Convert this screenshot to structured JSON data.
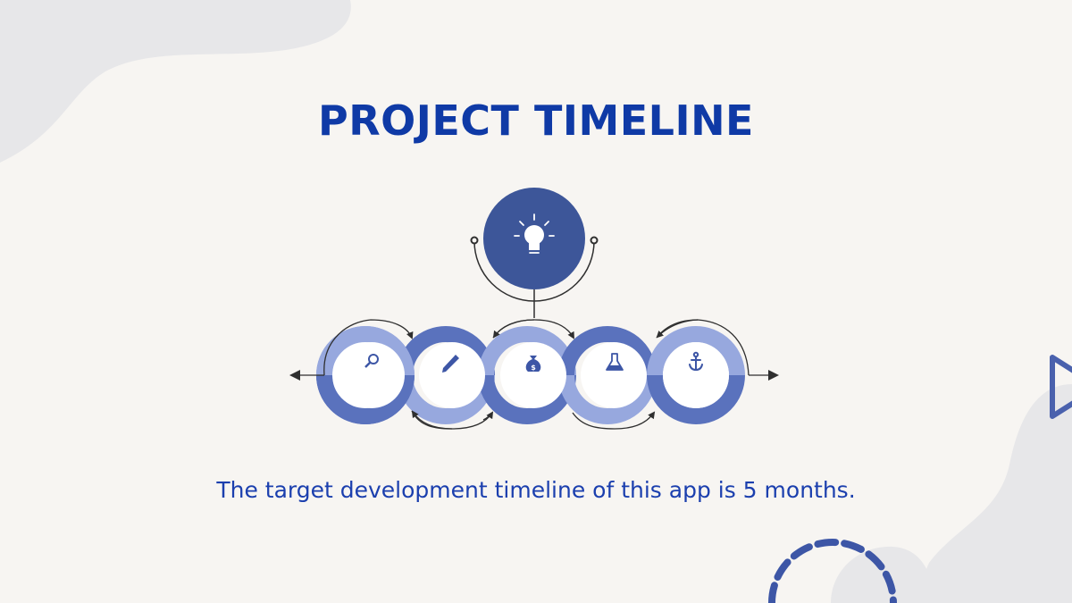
{
  "slide": {
    "title": "PROJECT TIMELINE",
    "caption": "The target development timeline of this app is 5 months."
  },
  "diagram": {
    "hub_icon": "lightbulb-icon",
    "steps": [
      {
        "icon": "search-icon",
        "ring": "light-top"
      },
      {
        "icon": "pencil-icon",
        "ring": "dark-top"
      },
      {
        "icon": "money-bag-icon",
        "ring": "light-top"
      },
      {
        "icon": "flask-icon",
        "ring": "dark-top"
      },
      {
        "icon": "anchor-icon",
        "ring": "light-top"
      }
    ]
  },
  "colors": {
    "title": "#0f3aa6",
    "caption": "#1b3fae",
    "hub": "#3d5699",
    "ring_dark": "#5a72bd",
    "ring_light": "#97a8de",
    "background": "#f7f5f2",
    "blob": "#e7e7e9",
    "arrow": "#2f2f2f"
  }
}
